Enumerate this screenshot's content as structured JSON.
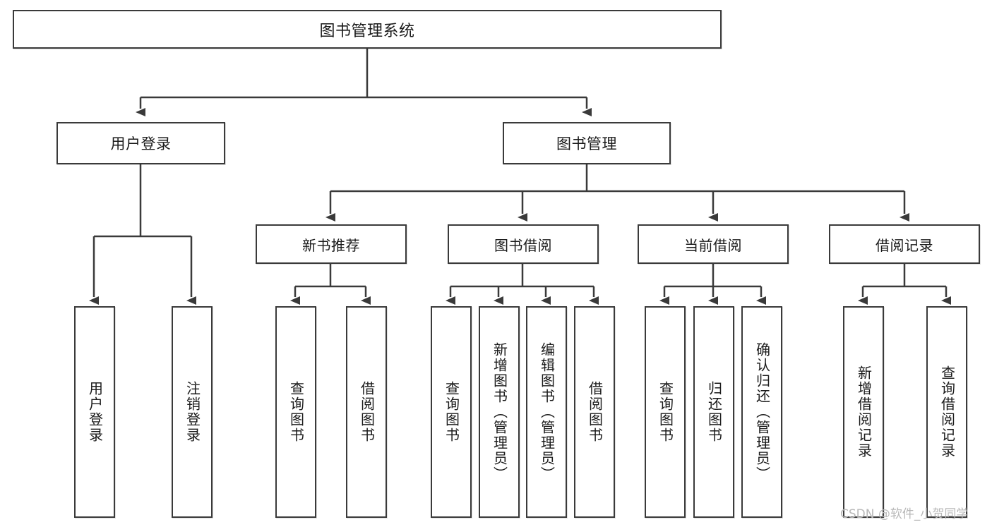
{
  "diagram": {
    "title": "图书管理系统",
    "type": "tree",
    "orientation": "top-down",
    "colors": {
      "border": "#3a3a3a",
      "fill": "#ffffff",
      "text": "#1a1a1a",
      "edge": "#3a3a3a",
      "watermark": "#b8b8b8"
    }
  },
  "root": {
    "label": "图书管理系统"
  },
  "level1": [
    {
      "label": "用户登录"
    },
    {
      "label": "图书管理"
    }
  ],
  "level2": [
    {
      "label": "新书推荐"
    },
    {
      "label": "图书借阅"
    },
    {
      "label": "当前借阅"
    },
    {
      "label": "借阅记录"
    }
  ],
  "leaves": {
    "user_login": [
      {
        "label": "用户登录"
      },
      {
        "label": "注销登录"
      }
    ],
    "new_book_recommend": [
      {
        "label": "查询图书"
      },
      {
        "label": "借阅图书"
      }
    ],
    "book_borrow": [
      {
        "label": "查询图书"
      },
      {
        "label": "新增图书（管理员）"
      },
      {
        "label": "编辑图书（管理员）"
      },
      {
        "label": "借阅图书"
      }
    ],
    "current_borrow": [
      {
        "label": "查询图书"
      },
      {
        "label": "归还图书"
      },
      {
        "label": "确认归还（管理员）"
      }
    ],
    "borrow_record": [
      {
        "label": "新增借阅记录"
      },
      {
        "label": "查询借阅记录"
      }
    ]
  },
  "watermark": {
    "text": "CSDN @软件_小贺同学"
  }
}
